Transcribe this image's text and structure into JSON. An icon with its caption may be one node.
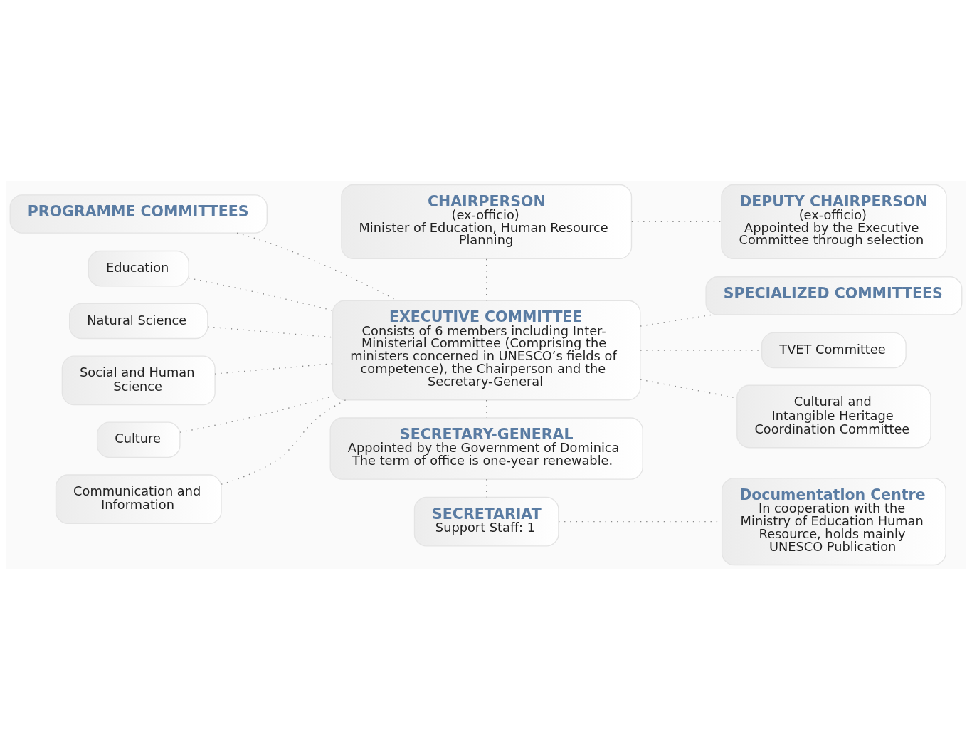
{
  "diagram": {
    "nodes": [
      {
        "text": [
          "CHAIRPERSON",
          "(ex-officio)",
          "Minister of Education, Human Resource Planning"
        ]
      },
      {
        "text": [
          "DEPUTY CHAIRPERSON",
          "(ex-officio)",
          "Appointed by the Executive Committee through selection"
        ]
      },
      {
        "text": [
          "PROGRAMME COMMITTEES"
        ]
      },
      {
        "text": [
          "Education"
        ]
      },
      {
        "text": [
          "Natural Science"
        ]
      },
      {
        "text": [
          "Social and Human Science"
        ]
      },
      {
        "text": [
          "Culture"
        ]
      },
      {
        "text": [
          "Communication and Information"
        ]
      },
      {
        "text": [
          "EXECUTIVE COMMITTEE",
          "Consists of 6 members including Inter-Ministerial Committee (Comprising the ministers concerned in UNESCO’s fields of competence), the Chairperson and the Secretary-General"
        ]
      },
      {
        "text": [
          "SPECIALIZED COMMITTEES"
        ]
      },
      {
        "text": [
          "TVET Committee"
        ]
      },
      {
        "text": [
          "Cultural and Intangible Heritage Coordination Committee"
        ]
      },
      {
        "text": [
          "SECRETARY-GENERAL",
          "Appointed by the Government of Dominica",
          "The term of office is one-year renewable."
        ]
      },
      {
        "text": [
          "SECRETARIAT",
          "Support Staff: 1"
        ]
      },
      {
        "text": [
          "Documentation Centre",
          "In cooperation with the Ministry of Education Human Resource, holds mainly UNESCO Publication"
        ]
      }
    ],
    "edges": [
      {
        "from": 0,
        "to": 1,
        "arrow": "none"
      },
      {
        "from": 0,
        "to": 8,
        "arrow": "none"
      },
      {
        "from": 2,
        "to": 8,
        "arrow": "none"
      },
      {
        "from": 3,
        "to": 8,
        "arrow": "none"
      },
      {
        "from": 4,
        "to": 8,
        "arrow": "none"
      },
      {
        "from": 5,
        "to": 8,
        "arrow": "none"
      },
      {
        "from": 6,
        "to": 8,
        "arrow": "none"
      },
      {
        "from": 7,
        "to": 8,
        "arrow": "none"
      },
      {
        "from": 8,
        "to": 9,
        "arrow": "none"
      },
      {
        "from": 8,
        "to": 10,
        "arrow": "none"
      },
      {
        "from": 8,
        "to": 11,
        "arrow": "none"
      },
      {
        "from": 8,
        "to": 12,
        "arrow": "none"
      },
      {
        "from": 12,
        "to": 13,
        "arrow": "none"
      },
      {
        "from": 13,
        "to": 14,
        "arrow": "none"
      }
    ]
  }
}
